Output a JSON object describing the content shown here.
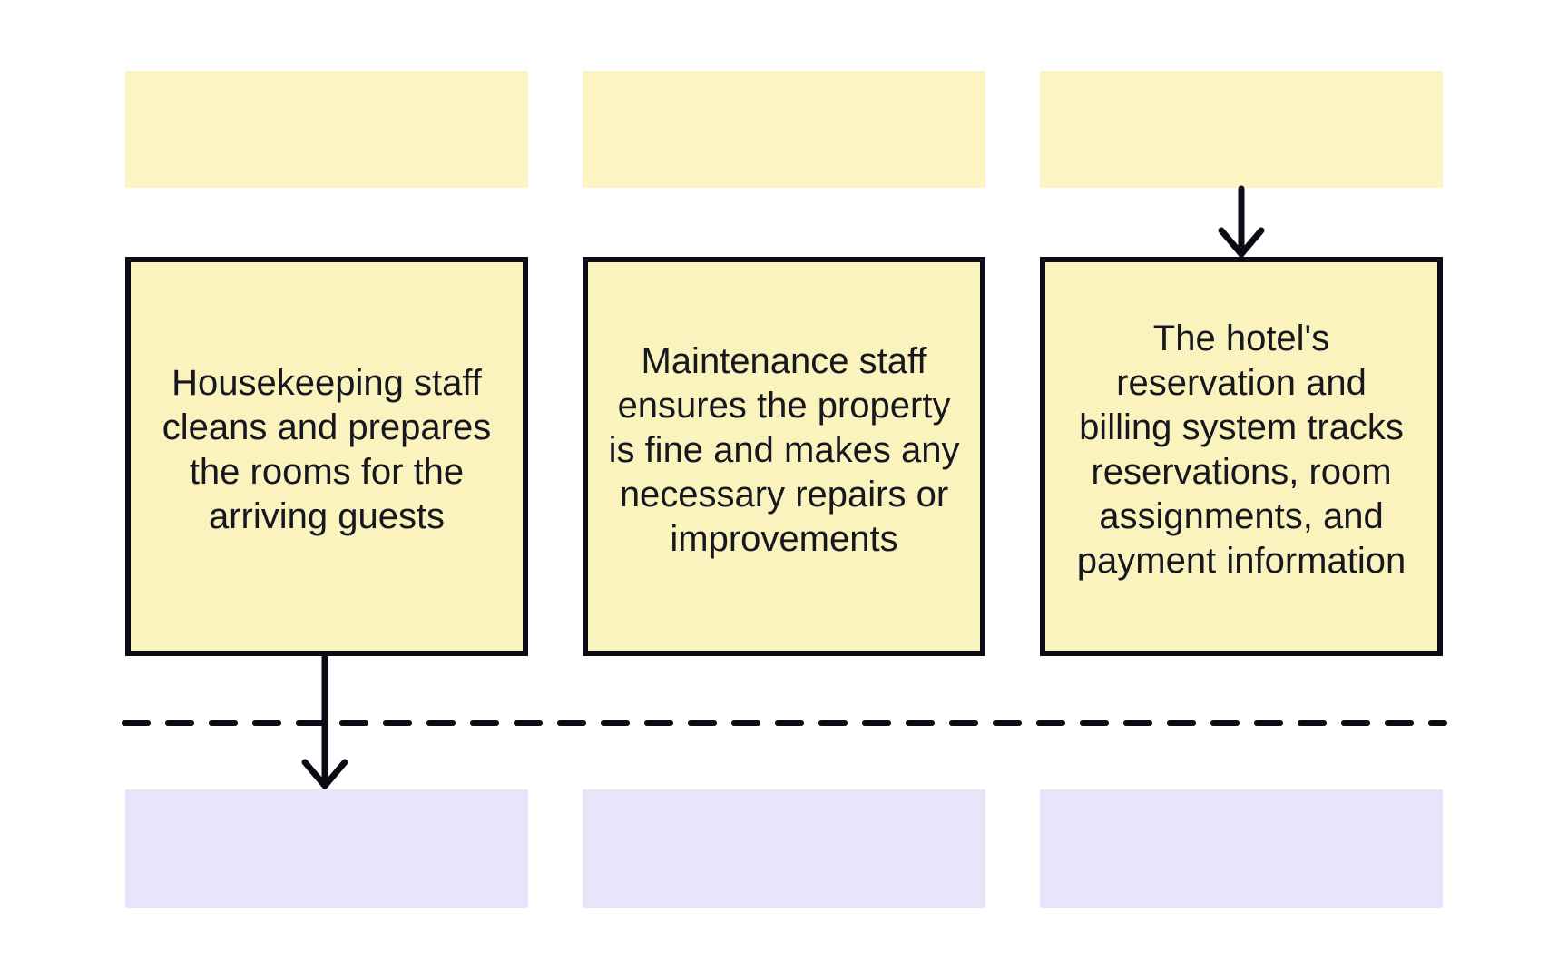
{
  "canvas": {
    "background": "#FFFFFF"
  },
  "colors": {
    "note_fill": "#FAF3BD",
    "top_placeholder_fill": "#FCF5C3",
    "bottom_placeholder_fill": "#E8E5FA",
    "stroke": "#0B0B15",
    "text": "#17171F"
  },
  "cards": [
    {
      "text": "Housekeeping staff\ncleans and prepares\nthe rooms for the\narriving guests"
    },
    {
      "text": "Maintenance staff\nensures the property\nis fine and makes any\nnecessary repairs or\nimprovements"
    },
    {
      "text": "The hotel's\nreservation and\nbilling system tracks\nreservations, room\nassignments, and\npayment information"
    }
  ]
}
